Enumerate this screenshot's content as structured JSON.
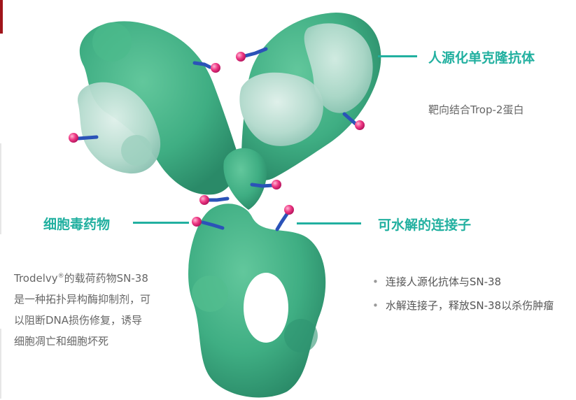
{
  "labels": {
    "antibody_title": "人源化单克隆抗体",
    "antibody_desc": "靶向结合Trop-2蛋白",
    "payload_title": "细胞毒药物",
    "payload_desc_brand": "Trodelvy",
    "payload_desc_reg": "®",
    "payload_desc_rest": "的载荷药物SN-38是一种拓扑异构酶抑制剂，可以阻断DNA损伤修复，诱导细胞凋亡和细胞坏死",
    "linker_title": "可水解的连接子",
    "linker_bullets": [
      "连接人源化抗体与SN-38",
      "水解连接子，释放SN-38以杀伤肿瘤"
    ]
  },
  "colors": {
    "accent": "#22b0a0",
    "antibody_green": "#3fae83",
    "antibody_pale": "#a9d3c6",
    "linker_blue": "#2b53b8",
    "payload_pink": "#e81f74",
    "brand_red": "#a0151b"
  },
  "icons": {
    "antibody": "antibody-molecule-illustration",
    "drug": "drug-payload-sphere"
  }
}
